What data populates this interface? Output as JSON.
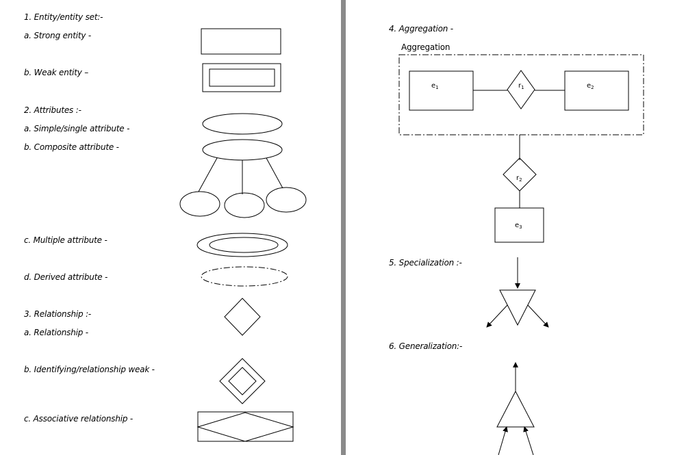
{
  "left": {
    "entity_heading": "1. Entity/entity set:-",
    "strong_entity": "a. Strong entity -",
    "weak_entity": "b. Weak entity –",
    "attributes_heading": "2. Attributes :-",
    "simple_attribute": "a. Simple/single attribute -",
    "composite_attribute": "b. Composite attribute -",
    "multiple_attribute": "c. Multiple attribute -",
    "derived_attribute": "d. Derived attribute -",
    "relationship_heading": "3. Relationship :-",
    "relationship": "a. Relationship -",
    "identifying_relationship": "b. Identifying/relationship weak -",
    "associative_relationship": "c. Associative relationship -"
  },
  "right": {
    "aggregation_heading": "4. Aggregation -",
    "aggregation_box_label": "Aggregation",
    "e1": {
      "base": "e",
      "sub": "1"
    },
    "r1": {
      "base": "r",
      "sub": "1"
    },
    "e2": {
      "base": "e",
      "sub": "2"
    },
    "r2": {
      "base": "r",
      "sub": "2"
    },
    "e3": {
      "base": "e",
      "sub": "3"
    },
    "specialization_heading": "5. Specialization :-",
    "generalization_heading": "6. Generalization:-"
  }
}
